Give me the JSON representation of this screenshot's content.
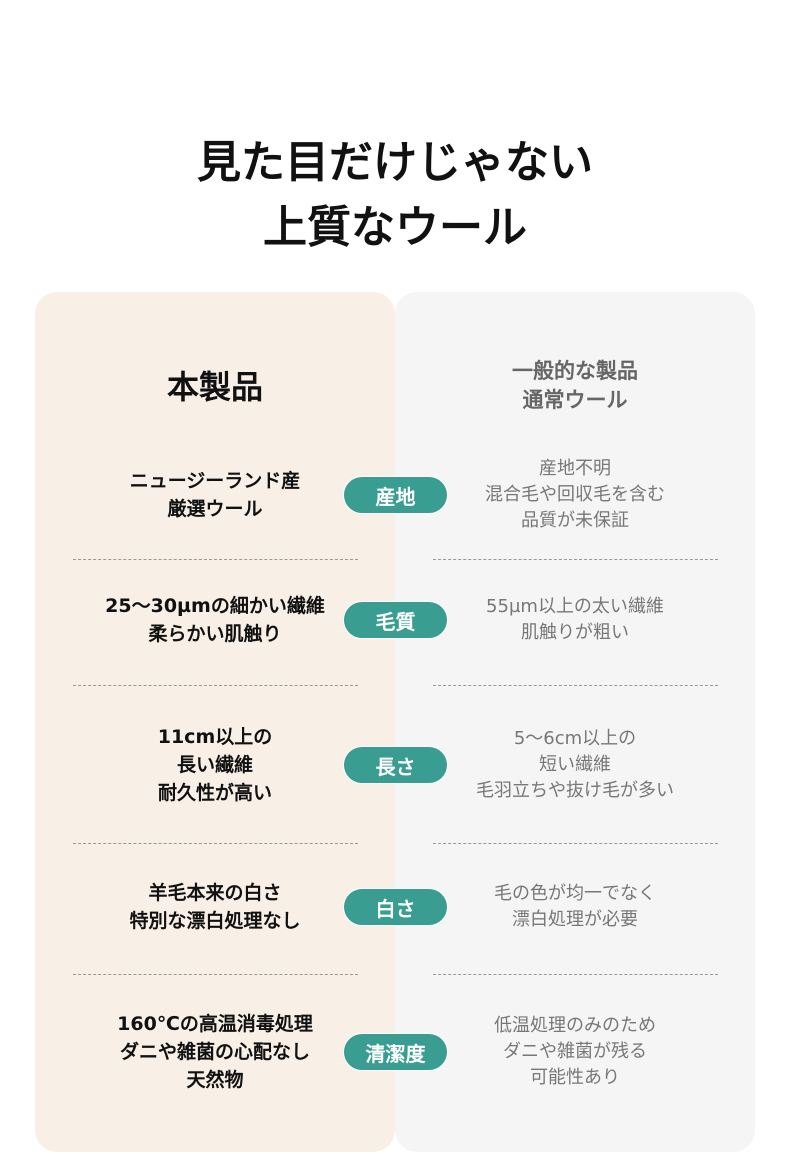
{
  "title": [
    "見た目だけじゃない",
    "上質なウール"
  ],
  "left_header": "本製品",
  "right_header": [
    "一般的な製品",
    "通常ウール"
  ],
  "rows": [
    {
      "label": "産地",
      "ours": [
        "ニュージーランド産",
        "厳選ウール"
      ],
      "theirs": [
        "産地不明",
        "混合毛や回収毛を含む",
        "品質が未保証"
      ]
    },
    {
      "label": "毛質",
      "ours": [
        "25〜30µmの細かい繊維",
        "柔らかい肌触り"
      ],
      "theirs": [
        "55µm以上の太い繊維",
        "肌触りが粗い"
      ]
    },
    {
      "label": "長さ",
      "ours": [
        "11cm以上の",
        "長い繊維",
        "耐久性が高い"
      ],
      "theirs": [
        "5〜6cm以上の",
        "短い繊維",
        "毛羽立ちや抜け毛が多い"
      ]
    },
    {
      "label": "白さ",
      "ours": [
        "羊毛本来の白さ",
        "特別な漂白処理なし"
      ],
      "theirs": [
        "毛の色が均一でなく",
        "漂白処理が必要"
      ]
    },
    {
      "label": "清潔度",
      "ours": [
        "160℃の高温消毒処理",
        "ダニや雑菌の心配なし",
        "天然物"
      ],
      "theirs": [
        "低温処理のみのため",
        "ダニや雑菌が残る",
        "可能性あり"
      ]
    }
  ],
  "colors": {
    "accent": "#3a9d91",
    "left_bg": "#f8efe7",
    "right_bg": "#f5f5f5"
  }
}
